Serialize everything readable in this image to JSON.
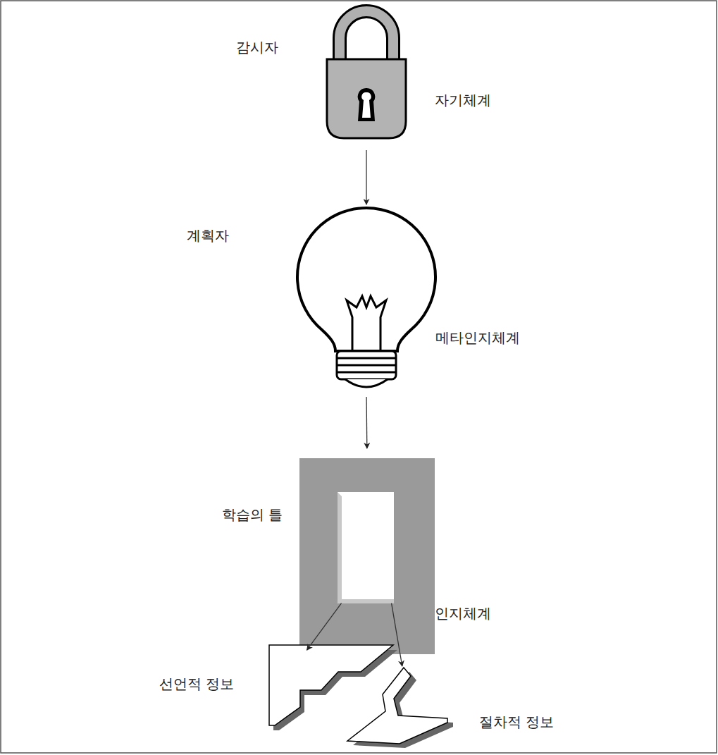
{
  "diagram": {
    "nodes": [
      {
        "text": [
          "감시자",
          "자기체계"
        ]
      },
      {
        "text": [
          "계획자",
          "메타인지체계"
        ]
      },
      {
        "text": [
          "학습의 틀",
          "인지체계"
        ]
      },
      {
        "text": [
          "선언적 정보"
        ]
      },
      {
        "text": [
          "절차적 정보"
        ]
      }
    ],
    "edges": [
      {
        "from": 0,
        "to": 1,
        "arrow": "to"
      },
      {
        "from": 1,
        "to": 2,
        "arrow": "to"
      },
      {
        "from": 2,
        "to": 3,
        "arrow": "to"
      },
      {
        "from": 2,
        "to": 4,
        "arrow": "to"
      }
    ]
  }
}
